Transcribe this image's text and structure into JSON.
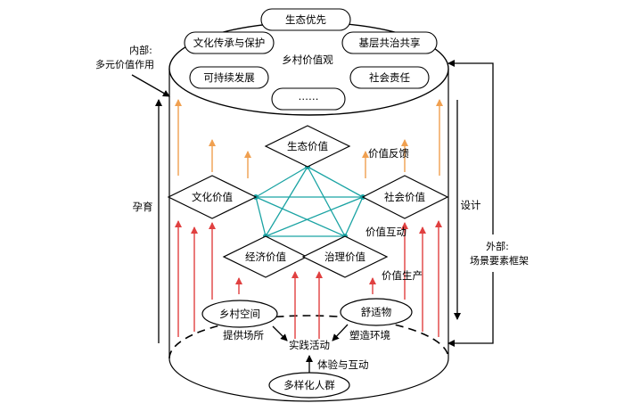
{
  "top_ellipse": {
    "title": "乡村价值观",
    "items": [
      "生态优先",
      "文化传承与保护",
      "基层共治共享",
      "可持续发展",
      "社会责任",
      "……"
    ]
  },
  "side_labels": {
    "internal_line1": "内部:",
    "internal_line2": "多元价值作用",
    "external_line1": "外部:",
    "external_line2": "场景要素框架",
    "nurture": "孕育",
    "design": "设计"
  },
  "values": {
    "ecology": "生态价值",
    "culture": "文化价值",
    "society": "社会价值",
    "economy": "经济价值",
    "governance": "治理价值"
  },
  "flow_labels": {
    "feedback": "价值反馈",
    "interaction": "价值互动",
    "production": "价值生产"
  },
  "base": {
    "rural_space": "乡村空间",
    "comfort": "舒适物",
    "practice": "实践活动",
    "provide_place": "提供场所",
    "shape_env": "塑造环境",
    "experience": "体验与互动",
    "people": "多样化人群"
  },
  "colors": {
    "orange": "#f0a050",
    "red": "#e04040",
    "teal": "#1aa3a3",
    "black": "#000000"
  }
}
